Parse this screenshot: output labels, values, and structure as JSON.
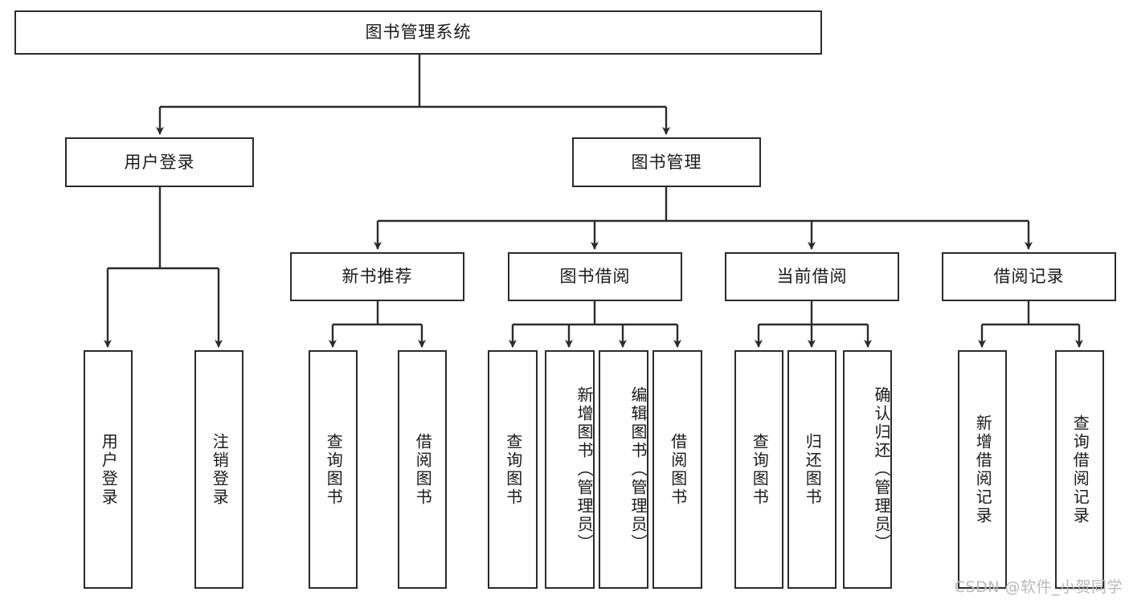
{
  "diagram": {
    "title": "图书管理系统",
    "type": "tree-hierarchy",
    "watermark": "CSDN @软件_小贺同学",
    "colors": {
      "stroke": "#2b2b2b",
      "fill": "#ffffff",
      "text": "#1a1a1a",
      "watermark": "#b9b9b9"
    },
    "levels": {
      "root": {
        "label": "图书管理系统"
      },
      "level2": [
        {
          "id": "user-login",
          "label": "用户登录"
        },
        {
          "id": "book-manage",
          "label": "图书管理"
        }
      ],
      "level3": [
        {
          "id": "new-book-rec",
          "label": "新书推荐"
        },
        {
          "id": "book-borrow",
          "label": "图书借阅"
        },
        {
          "id": "current-borrow",
          "label": "当前借阅"
        },
        {
          "id": "borrow-record",
          "label": "借阅记录"
        }
      ],
      "leaves": {
        "user-login": [
          {
            "id": "leaf-user-login",
            "label": "用户登录"
          },
          {
            "id": "leaf-user-logout",
            "label": "注销登录"
          }
        ],
        "new-book-rec": [
          {
            "id": "leaf-query-book-1",
            "label": "查询图书"
          },
          {
            "id": "leaf-borrow-book-1",
            "label": "借阅图书"
          }
        ],
        "book-borrow": [
          {
            "id": "leaf-query-book-2",
            "label": "查询图书"
          },
          {
            "id": "leaf-add-book",
            "label": "新增图书（管理员）"
          },
          {
            "id": "leaf-edit-book",
            "label": "编辑图书（管理员）"
          },
          {
            "id": "leaf-borrow-book-2",
            "label": "借阅图书"
          }
        ],
        "current-borrow": [
          {
            "id": "leaf-query-book-3",
            "label": "查询图书"
          },
          {
            "id": "leaf-return-book",
            "label": "归还图书"
          },
          {
            "id": "leaf-confirm-return",
            "label": "确认归还（管理员）"
          }
        ],
        "borrow-record": [
          {
            "id": "leaf-add-record",
            "label": "新增借阅记录"
          },
          {
            "id": "leaf-query-record",
            "label": "查询借阅记录"
          }
        ]
      }
    }
  }
}
